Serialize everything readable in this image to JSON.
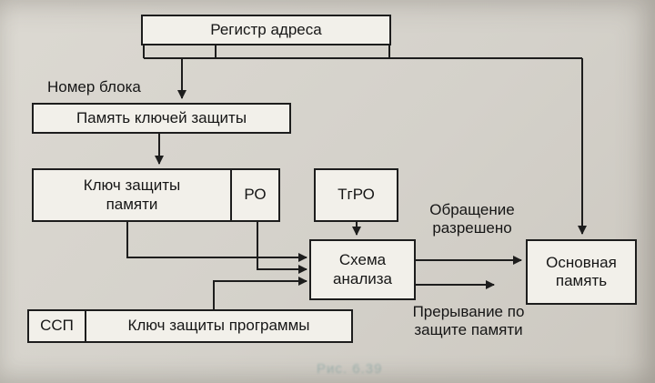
{
  "diagram": {
    "register": "Регистр адреса",
    "block_number": "Номер блока",
    "keys_memory": "Память ключей защиты",
    "memory_key": "Ключ защиты памяти",
    "ro": "РО",
    "tgro": "ТгРО",
    "analysis": "Схема анализа",
    "main_memory": "Основная память",
    "ssp": "ССП",
    "program_key": "Ключ защиты программы",
    "access_allowed": "Обращение разрешено",
    "interrupt": "Прерывание по защите памяти",
    "caption": "Рис. 6.39"
  },
  "colors": {
    "line": "#1d1d1d",
    "box_fill": "#f2f0ea",
    "background": "#d4d1ca"
  }
}
